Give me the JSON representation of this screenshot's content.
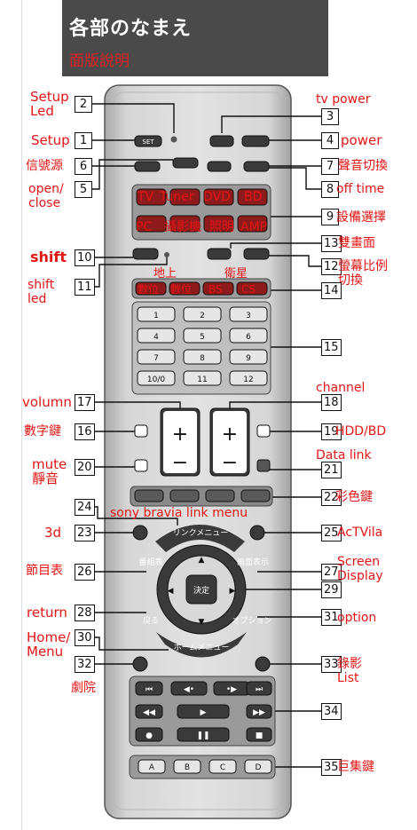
{
  "header": {
    "title": "各部のなまえ",
    "subtitle": "面版說明"
  },
  "callouts": [
    {
      "id": "setup-led",
      "num": "2",
      "label": "Setup\nLed"
    },
    {
      "id": "tv-power",
      "num": "3",
      "label": "tv power"
    },
    {
      "id": "setup",
      "num": "1",
      "label": "Setup"
    },
    {
      "id": "power",
      "num": "4",
      "label": "power"
    },
    {
      "id": "input-source",
      "num": "6",
      "label": "信號源"
    },
    {
      "id": "sound-switch",
      "num": "7",
      "label": "聲音切換"
    },
    {
      "id": "open-close",
      "num": "5",
      "label": "open/\nclose"
    },
    {
      "id": "off-time",
      "num": "8",
      "label": "off time"
    },
    {
      "id": "device-select",
      "num": "9",
      "label": "設備選擇"
    },
    {
      "id": "pip",
      "num": "13",
      "label": "雙畫面"
    },
    {
      "id": "shift",
      "num": "10",
      "label": "shift"
    },
    {
      "id": "aspect-ratio",
      "num": "12",
      "label": "螢幕比例\n切換"
    },
    {
      "id": "shift-led",
      "num": "11",
      "label": "shift\nled"
    },
    {
      "id": "broadcast",
      "num": "14",
      "label": ""
    },
    {
      "id": "number-pad",
      "num": "15",
      "label": ""
    },
    {
      "id": "volume",
      "num": "17",
      "label": "volumn"
    },
    {
      "id": "channel",
      "num": "18",
      "label": "channel"
    },
    {
      "id": "digit-key",
      "num": "16",
      "label": "數字鍵"
    },
    {
      "id": "hdd-bd",
      "num": "19",
      "label": "HDD/BD"
    },
    {
      "id": "mute",
      "num": "20",
      "label": "mute\n靜音"
    },
    {
      "id": "data-link",
      "num": "21",
      "label": "Data link"
    },
    {
      "id": "color-keys",
      "num": "22",
      "label": "彩色鍵"
    },
    {
      "id": "bravia-link",
      "num": "24",
      "label": "sony bravia link menu"
    },
    {
      "id": "3d",
      "num": "23",
      "label": "3d"
    },
    {
      "id": "actvila",
      "num": "25",
      "label": "AcTVila"
    },
    {
      "id": "guide",
      "num": "26",
      "label": "節目表"
    },
    {
      "id": "screen-display",
      "num": "27",
      "label": "Screen\nDisplay"
    },
    {
      "id": "dpad",
      "num": "29",
      "label": ""
    },
    {
      "id": "return",
      "num": "28",
      "label": "return"
    },
    {
      "id": "option",
      "num": "31",
      "label": "option"
    },
    {
      "id": "home-menu",
      "num": "30",
      "label": "Home/\nMenu"
    },
    {
      "id": "theater",
      "num": "32",
      "label": "劇院"
    },
    {
      "id": "rec-list",
      "num": "33",
      "label": "錄影\nList"
    },
    {
      "id": "transport",
      "num": "34",
      "label": ""
    },
    {
      "id": "macro",
      "num": "35",
      "label": "巨集鍵"
    }
  ],
  "overlays": {
    "device_row1": [
      "TV",
      "Tuner",
      "DVD",
      "BD"
    ],
    "device_row2": [
      "PC",
      "攝影機",
      "照明",
      "AMP"
    ],
    "broadcast_top": [
      "地上",
      "衛星"
    ],
    "broadcast_row": [
      "數位",
      "數位",
      "BS",
      "CS"
    ]
  },
  "buttons": {
    "set": "SET",
    "numpad": [
      "1",
      "2",
      "3",
      "4",
      "5",
      "6",
      "7",
      "8",
      "9",
      "10/0",
      "11",
      "12"
    ],
    "plus": "+",
    "minus": "−",
    "link_menu": "リンクメニュー",
    "guide": "番組表",
    "screen_display": "画面表示",
    "enter": "決定",
    "return": "戻る",
    "option": "オプション",
    "home_menu": "ホームメニュー",
    "macro": [
      "A",
      "B",
      "C",
      "D"
    ]
  },
  "colors": {
    "accent": "#e41414",
    "header_bg": "#4a4a4a",
    "remote_body": "#cfcfcf",
    "button": "#3a3a3a"
  }
}
